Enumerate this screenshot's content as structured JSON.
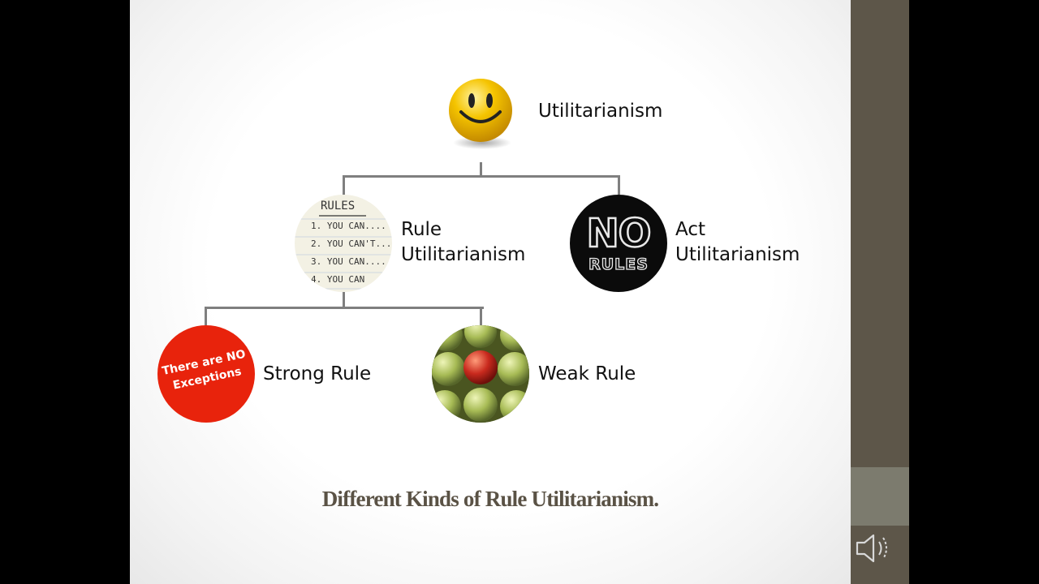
{
  "diagram": {
    "root": {
      "label": "Utilitarianism",
      "icon": "smiley-face-icon"
    },
    "rule": {
      "label_line1": "Rule",
      "label_line2": "Utilitarianism",
      "icon": "rules-list-icon",
      "note": {
        "title": "RULES",
        "items": [
          "1. YOU CAN....",
          "2. YOU CAN'T...",
          "3. YOU CAN....",
          "4. YOU CAN"
        ]
      }
    },
    "act": {
      "label_line1": "Act",
      "label_line2": "Utilitarianism",
      "icon": "no-rules-icon",
      "badge": {
        "big": "NO",
        "small": "RULES"
      }
    },
    "strong": {
      "label": "Strong Rule",
      "icon": "no-exceptions-icon",
      "badge": {
        "line1": "There are NO",
        "line2": "Exceptions"
      }
    },
    "weak": {
      "label": "Weak Rule",
      "icon": "apples-icon"
    }
  },
  "caption": "Different Kinds of Rule Utilitarianism.",
  "player": {
    "icon": "speaker-icon"
  },
  "colors": {
    "sidebar": "#5d5649",
    "sidebar_accent": "#7c7b6e",
    "caption": "#5a5245",
    "connector": "#7f7f7f",
    "strong_badge": "#e8230c"
  }
}
